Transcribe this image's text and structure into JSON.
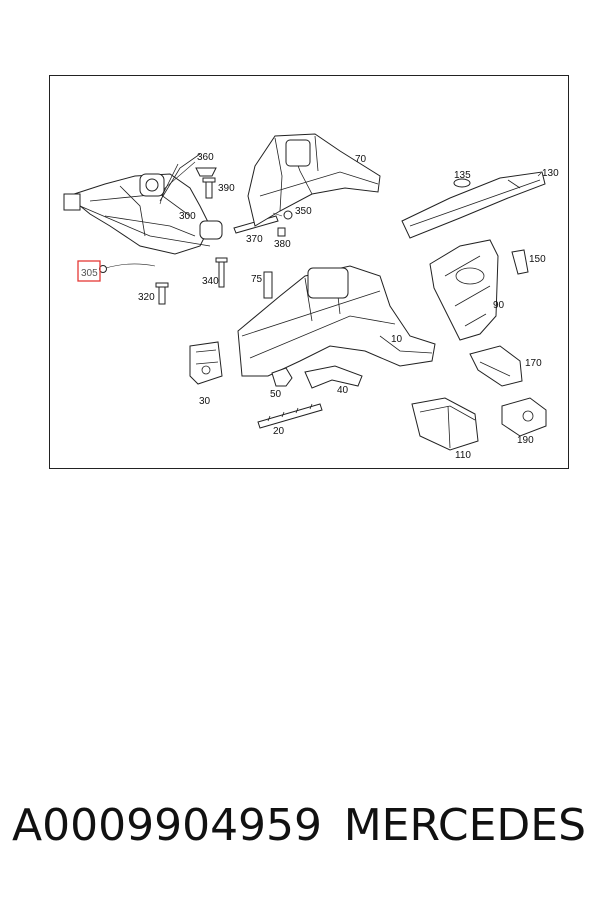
{
  "diagram": {
    "labels": {
      "l10": "10",
      "l20": "20",
      "l30": "30",
      "l40": "40",
      "l50": "50",
      "l70": "70",
      "l75": "75",
      "l90": "90",
      "l110": "110",
      "l130": "130",
      "l135": "135",
      "l150": "150",
      "l170": "170",
      "l190": "190",
      "l300": "300",
      "l305": "305",
      "l320": "320",
      "l340": "340",
      "l350": "350",
      "l360": "360",
      "l370": "370",
      "l380": "380",
      "l390": "390"
    },
    "highlighted_label": "305",
    "highlight_color": "#e53935"
  },
  "footer": {
    "part_number": "A0009904959",
    "brand": "MERCEDES"
  }
}
